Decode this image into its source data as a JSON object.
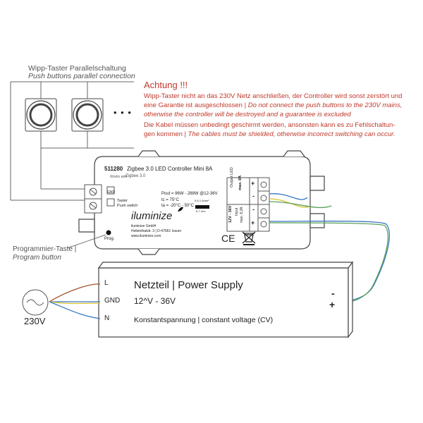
{
  "push_buttons": {
    "title_de": "Wipp-Taster Parallelschaltung",
    "title_en": "Push buttons parallel connection",
    "more": "• • •"
  },
  "warning": {
    "heading": "Achtung !!!",
    "line1": "Wipp-Taster nicht an das 230V Netz anschließen, der Controller wird sonst zerstört und",
    "line2_de": "eine Garantie ist ausgeschlossen | ",
    "line2_en": "Do not connect the push buttons to the 230V mains,",
    "line3_en": "otherwise the controller will be destroyed and a guarantee is excluded",
    "line4": "Die Kabel müssen unbedingt geschirmt werden, ansonsten kann es zu Fehlschaltun-",
    "line5_de": "gen kommen | ",
    "line5_en": "The cables must be shielded, otherwise incorrect switching can occur."
  },
  "controller": {
    "model_no": "511280",
    "name": "Zigbee 3.0 LED Controller Mini 8A",
    "works_with": "Works with",
    "zigbee": "Zigbee 3.0",
    "gnd": "GND",
    "taster": "Taster",
    "push_switch": "Push switch",
    "pout": "Pout = 96W - 288W @12-36V",
    "tc": "tc = 75°C",
    "ta": "ta = -20°C - 50°C",
    "brand": "iluminize",
    "company": "iluminize GmbH",
    "street": "Hellenthalstr. 3 | D-47661 Issum",
    "web": "www.iluminize.com",
    "prog": "Prog.",
    "output_label": "Output LED",
    "output_max": "max. 8A",
    "input_label": "12V - 36V",
    "input_sub": "Input",
    "input_max": "max. 8,3A",
    "plus": "+",
    "minus": "-",
    "strip_spec": "0.5-1.5mm²",
    "strip_len": "5-7 mm",
    "ce": "CE"
  },
  "programming": {
    "label_de": "Programmier-Taste |",
    "label_en": "Program button"
  },
  "power_supply": {
    "title": "Netzteil | Power Supply",
    "voltage": "12^V - 36V",
    "cv": "Konstantspannung | constant voltage (CV)",
    "l": "L",
    "gnd": "GND",
    "n": "N",
    "minus": "-",
    "plus": "+"
  },
  "mains": {
    "label": "230V"
  },
  "colors": {
    "warning_red": "#c0392b",
    "wire_brown": "#a0522d",
    "wire_blue": "#3a78c2",
    "wire_yellow": "#d9c434",
    "wire_green": "#5aa05a"
  }
}
